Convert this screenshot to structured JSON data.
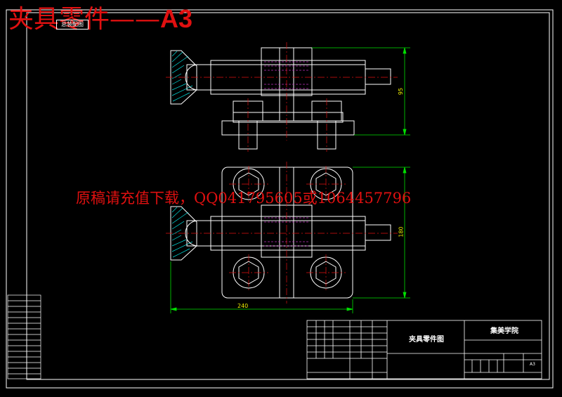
{
  "header": {
    "title_cn": "夹具零件",
    "dash": "——",
    "sheet_size": "A3",
    "tag_label": "总装配图"
  },
  "watermark": "原稿请充值下载，QQ041795605或1064457796",
  "dimensions": {
    "front_height": "95",
    "top_height": "180",
    "overall_width": "240"
  },
  "title_block": {
    "drawing_name": "夹具零件图",
    "school": "集美学院",
    "sheet_code": "A3"
  },
  "colors": {
    "background": "#000000",
    "frame": "#ffffff",
    "outline": "#ffffff",
    "centerline": "#e01010",
    "hidden": "#c030c0",
    "hatch": "#00e0e0",
    "dimension": "#00e000",
    "watermark": "#e01010"
  }
}
